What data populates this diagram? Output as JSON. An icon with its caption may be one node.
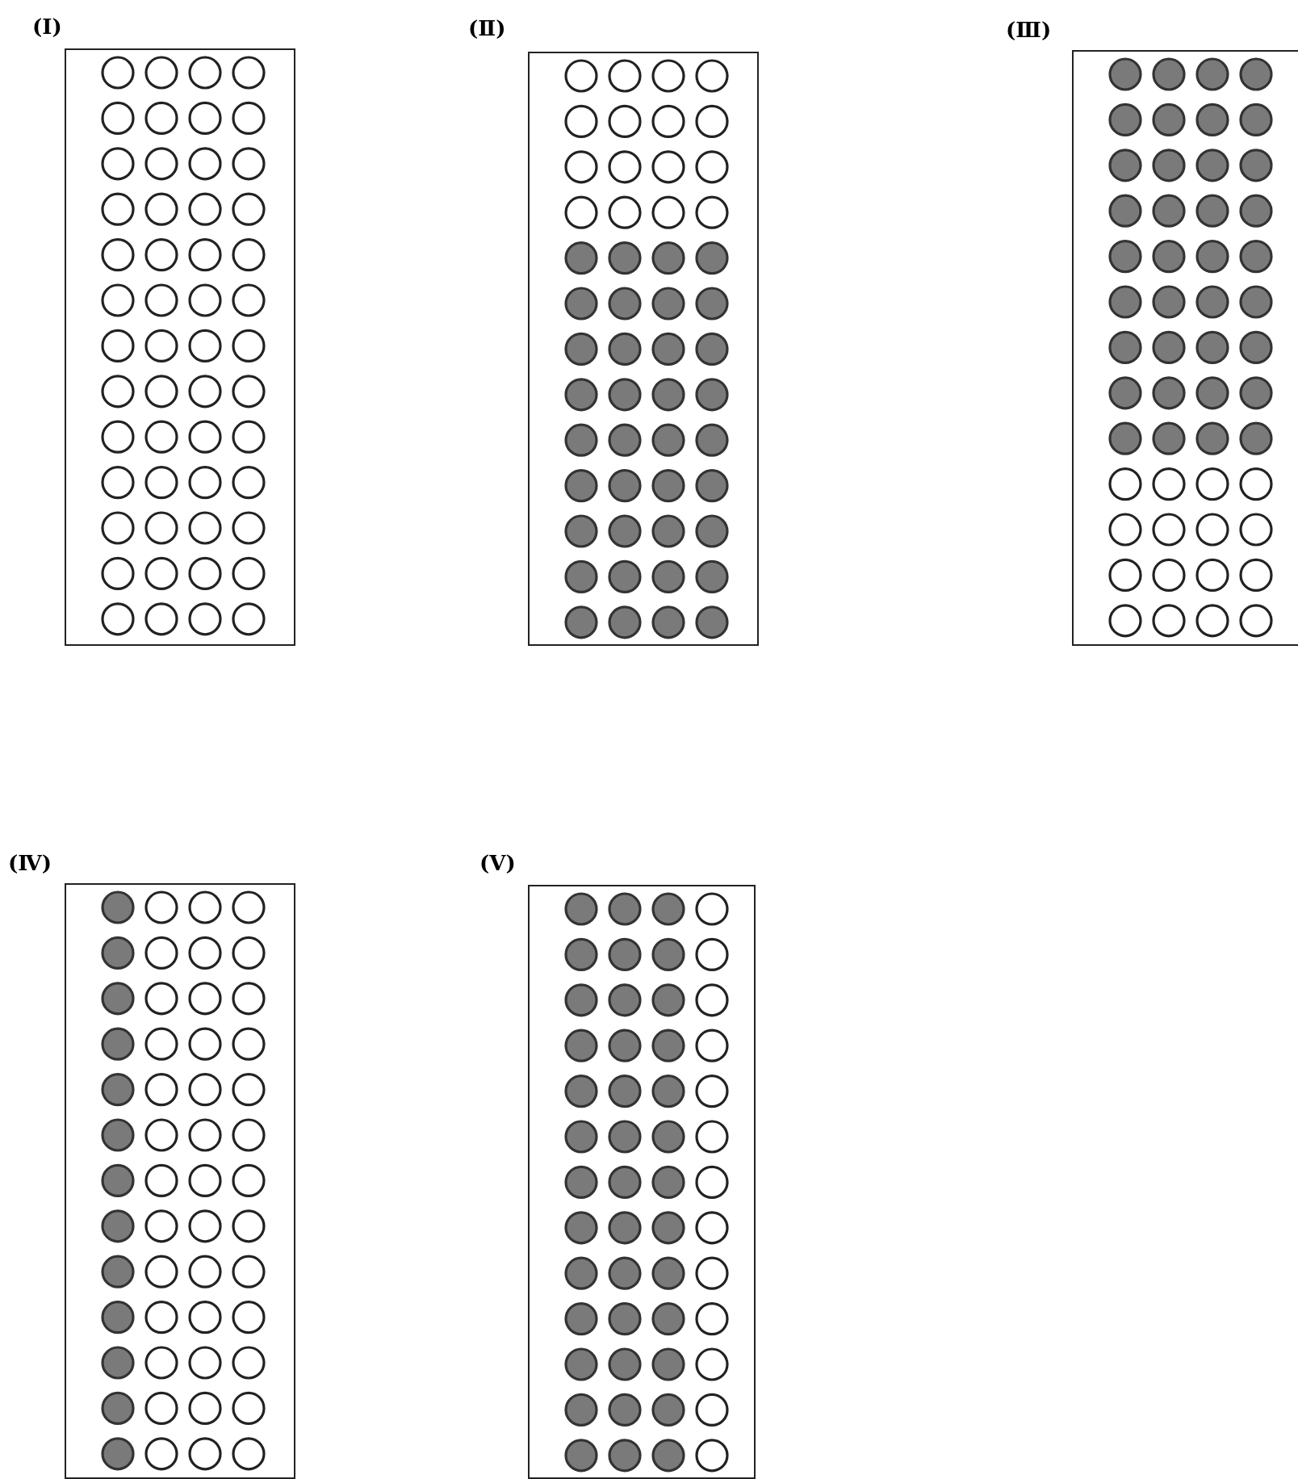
{
  "diagram": {
    "nodes": [
      {
        "text": [
          "(Ⅰ)"
        ]
      },
      {
        "text": [
          "(Ⅱ)"
        ]
      },
      {
        "text": [
          "(Ⅲ)"
        ]
      },
      {
        "text": [
          "(Ⅳ)"
        ]
      },
      {
        "text": [
          "(Ⅴ)"
        ]
      }
    ]
  }
}
